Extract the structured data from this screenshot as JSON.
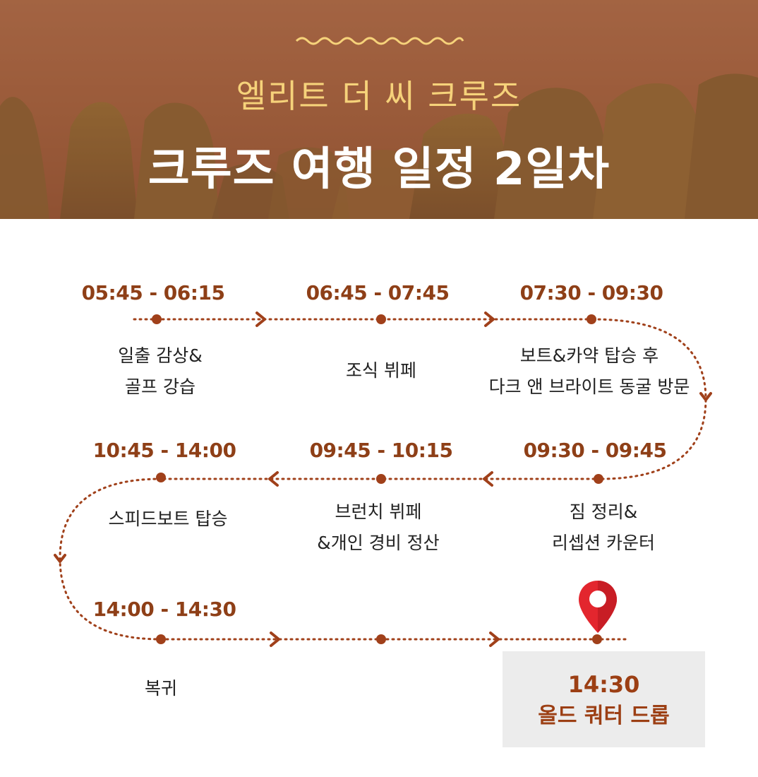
{
  "header": {
    "subtitle": "엘리트 더 씨 크루즈",
    "title": "크루즈 여행 일정 2일차"
  },
  "schedule": [
    {
      "time": "05:45 - 06:15",
      "activity_line1": "일출 감상&",
      "activity_line2": "골프 강습"
    },
    {
      "time": "06:45 - 07:45",
      "activity_line1": "조식 뷔페",
      "activity_line2": ""
    },
    {
      "time": "07:30 - 09:30",
      "activity_line1": "보트&카약 탑승 후",
      "activity_line2": "다크 앤 브라이트 동굴 방문"
    },
    {
      "time": "09:30 - 09:45",
      "activity_line1": "짐 정리&",
      "activity_line2": "리셉션 카운터"
    },
    {
      "time": "09:45 - 10:15",
      "activity_line1": "브런치 뷔페",
      "activity_line2": "&개인 경비 정산"
    },
    {
      "time": "10:45 - 14:00",
      "activity_line1": "스피드보트 탑승",
      "activity_line2": ""
    },
    {
      "time": "14:00 - 14:30",
      "activity_line1": "복귀",
      "activity_line2": ""
    }
  ],
  "destination": {
    "time": "14:30",
    "name": "올드 쿼터 드롭"
  },
  "colors": {
    "accent": "#a0401a",
    "title": "#ffffff",
    "subtitle": "#f6d27a",
    "pin": "#e3262e",
    "dest_bg": "#ececec"
  },
  "icons": {
    "destination": "map-pin-icon",
    "decoration": "wave-icon"
  }
}
